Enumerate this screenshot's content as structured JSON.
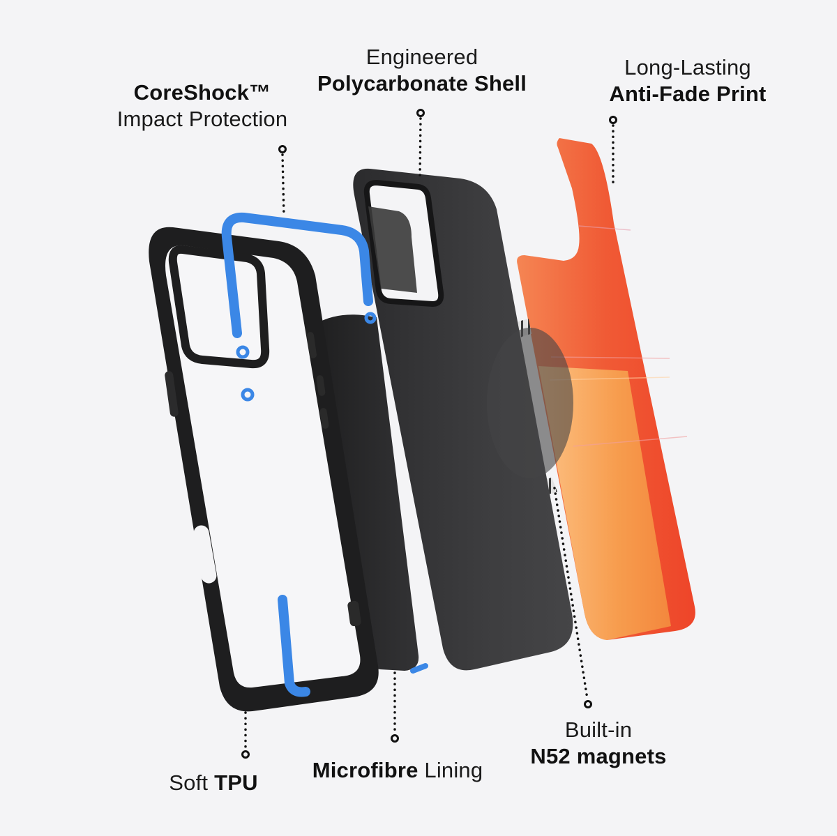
{
  "page": {
    "background_color": "#f4f4f6",
    "accent_colors": {
      "tpu_black": "#1e1e1f",
      "coreshock_blue": "#3b87e6",
      "shell_gray": "#3a3a3c",
      "microfibre": "#2a2a2a",
      "print_red": "#ef4a2b",
      "print_orange": "#f79a4e",
      "print_peach": "#fdbf7e",
      "magnet_silver": "#d9d9d9"
    }
  },
  "callouts": {
    "coreshock": {
      "line1_bold": "CoreShock™",
      "line2_light": "Impact Protection"
    },
    "shell": {
      "line1_light": "Engineered",
      "line2_bold": "Polycarbonate Shell"
    },
    "print": {
      "line1_light": "Long-Lasting",
      "line2_bold": "Anti-Fade Print"
    },
    "tpu": {
      "light": "Soft",
      "bold": "TPU"
    },
    "microfibre": {
      "bold": "Microfibre",
      "light": "Lining"
    },
    "magnets": {
      "line1_light": "Built-in",
      "line2_bold": "N52 magnets"
    }
  },
  "layers": [
    {
      "name": "Soft TPU bumper frame",
      "color": "#1e1e1f"
    },
    {
      "name": "CoreShock impact strips",
      "color": "#3b87e6"
    },
    {
      "name": "Microfibre lining",
      "color": "#2a2a2a"
    },
    {
      "name": "Polycarbonate shell",
      "color": "#3a3a3c"
    },
    {
      "name": "N52 magnet ring",
      "color": "#d9d9d9"
    },
    {
      "name": "Anti-fade print layer",
      "color": "#ef4a2b"
    }
  ]
}
